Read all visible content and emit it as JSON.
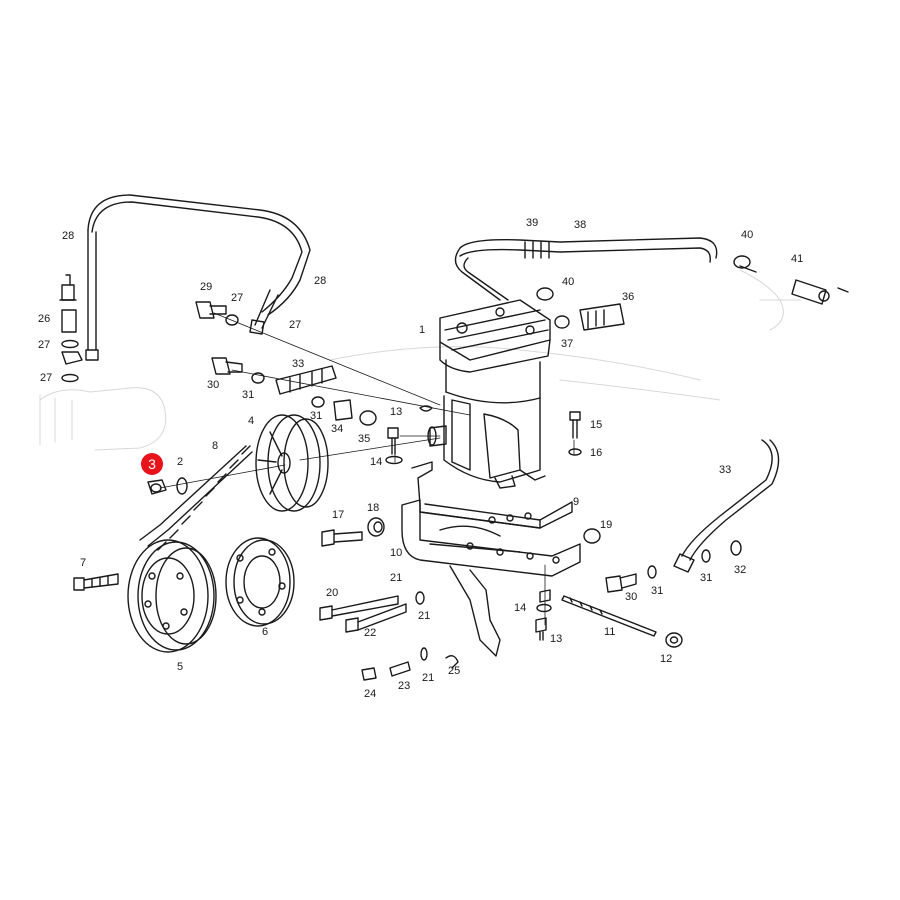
{
  "highlight": {
    "label": "3",
    "color": "#e8141c"
  },
  "labels": {
    "l28a": "28",
    "l28b": "28",
    "l26": "26",
    "l27a": "27",
    "l27b": "27",
    "l29": "29",
    "l27c": "27",
    "l27d": "27",
    "l30a": "30",
    "l31a": "31",
    "l33a": "33",
    "l31b": "31",
    "l34": "34",
    "l35": "35",
    "l1": "1",
    "l39": "39",
    "l38": "38",
    "l40a": "40",
    "l40b": "40",
    "l41": "41",
    "l36": "36",
    "l37": "37",
    "l13a": "13",
    "l14a": "14",
    "l15": "15",
    "l16": "16",
    "l4": "4",
    "l8": "8",
    "l2": "2",
    "l9": "9",
    "l7": "7",
    "l17": "17",
    "l18": "18",
    "l10": "10",
    "l19": "19",
    "l33b": "33",
    "l21a": "21",
    "l20": "20",
    "l21b": "21",
    "l22": "22",
    "l5": "5",
    "l6": "6",
    "l14b": "14",
    "l13b": "13",
    "l30b": "30",
    "l31c": "31",
    "l31d": "31",
    "l32": "32",
    "l11": "11",
    "l12": "12",
    "l24": "24",
    "l23": "23",
    "l21c": "21",
    "l25": "25"
  }
}
